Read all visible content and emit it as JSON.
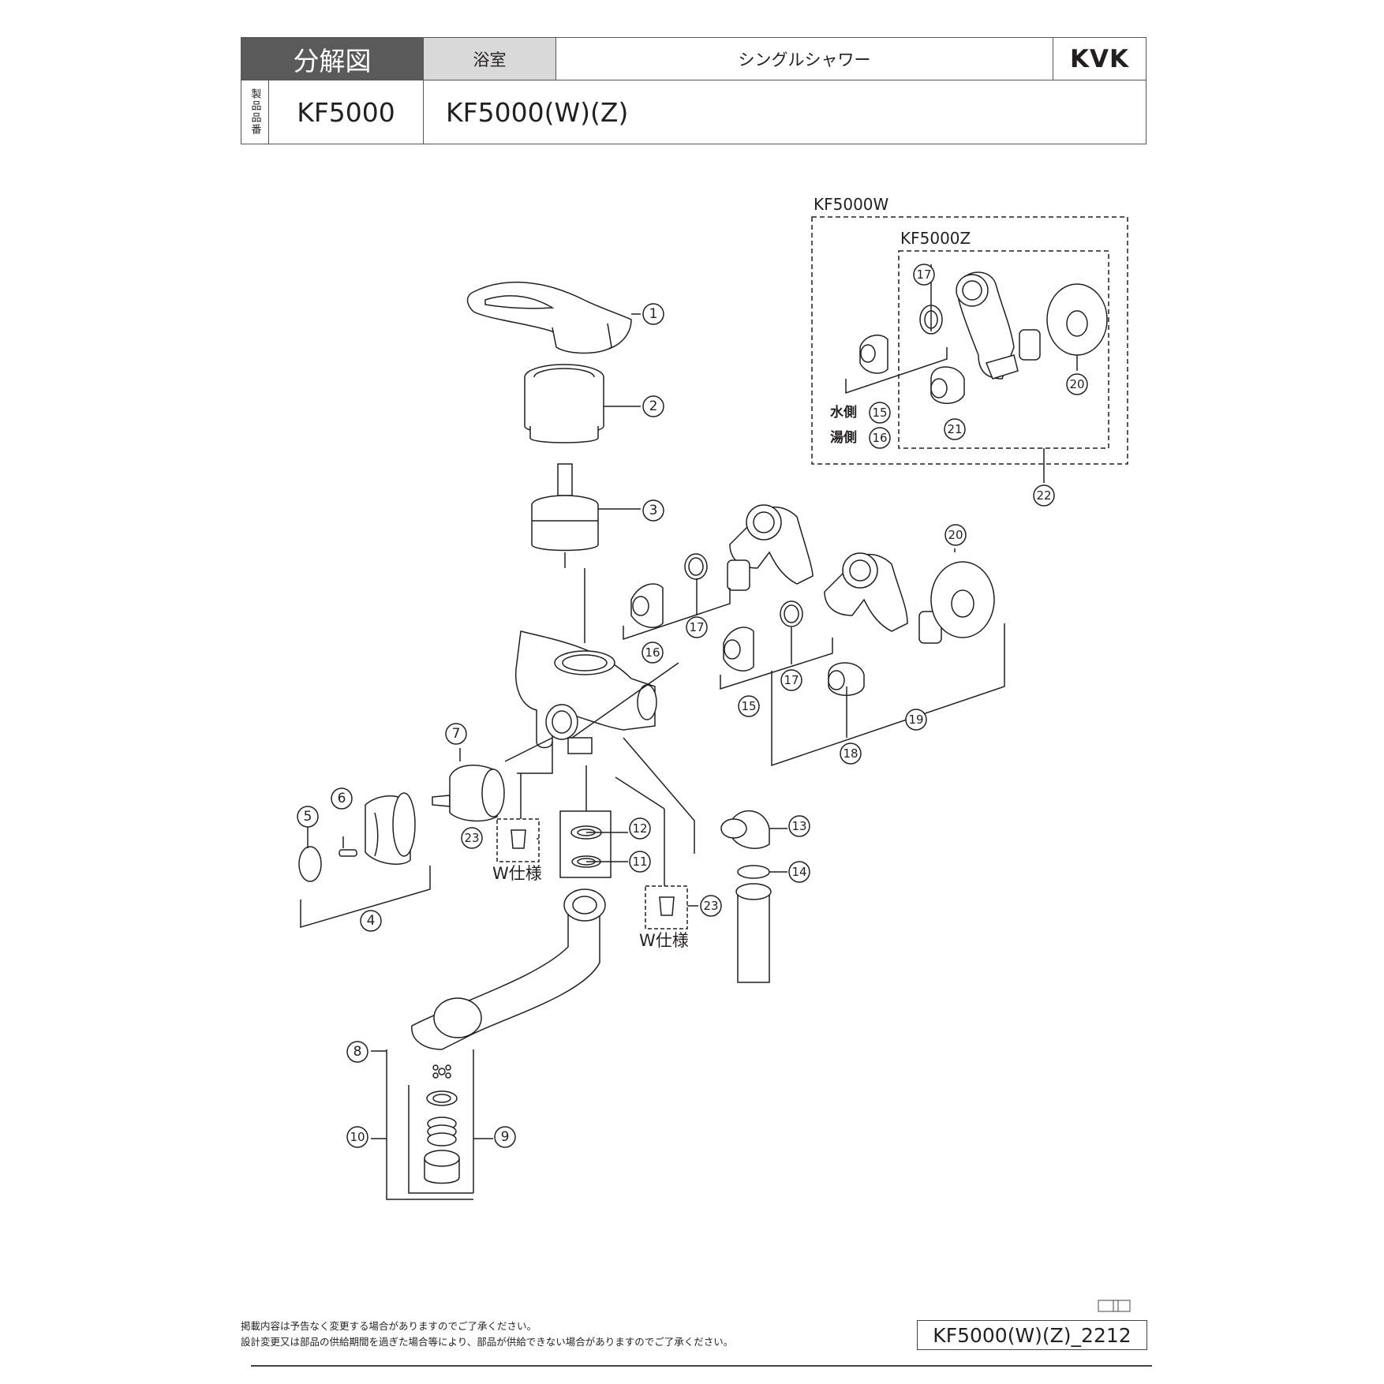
{
  "header": {
    "title": "分解図",
    "category": "浴室",
    "product_name": "シングルシャワー",
    "brand": "KVK",
    "product_number_label": "製品品番",
    "product_number": "KF5000",
    "models": "KF5000(W)(Z)"
  },
  "variants": {
    "outer_box_label": "KF5000W",
    "inner_box_label": "KF5000Z",
    "water_side": "水側",
    "hot_side": "湯側"
  },
  "spec_note": "W仕様",
  "parts": {
    "p1": "1",
    "p2": "2",
    "p3": "3",
    "p4": "4",
    "p5": "5",
    "p6": "6",
    "p7": "7",
    "p8": "8",
    "p9": "9",
    "p10": "10",
    "p11": "11",
    "p12": "12",
    "p13": "13",
    "p14": "14",
    "p15": "15",
    "p16": "16",
    "p17": "17",
    "p18": "18",
    "p19": "19",
    "p20": "20",
    "p21": "21",
    "p22": "22",
    "p23": "23"
  },
  "footer": {
    "note_1": "掲載内容は予告なく変更する場合がありますのでご了承ください。",
    "note_2": "設計変更又は部品の供給期間を過ぎた場合等により、部品が供給できない場合がありますのでご了承ください。",
    "document_id": "KF5000(W)(Z)_2212"
  }
}
